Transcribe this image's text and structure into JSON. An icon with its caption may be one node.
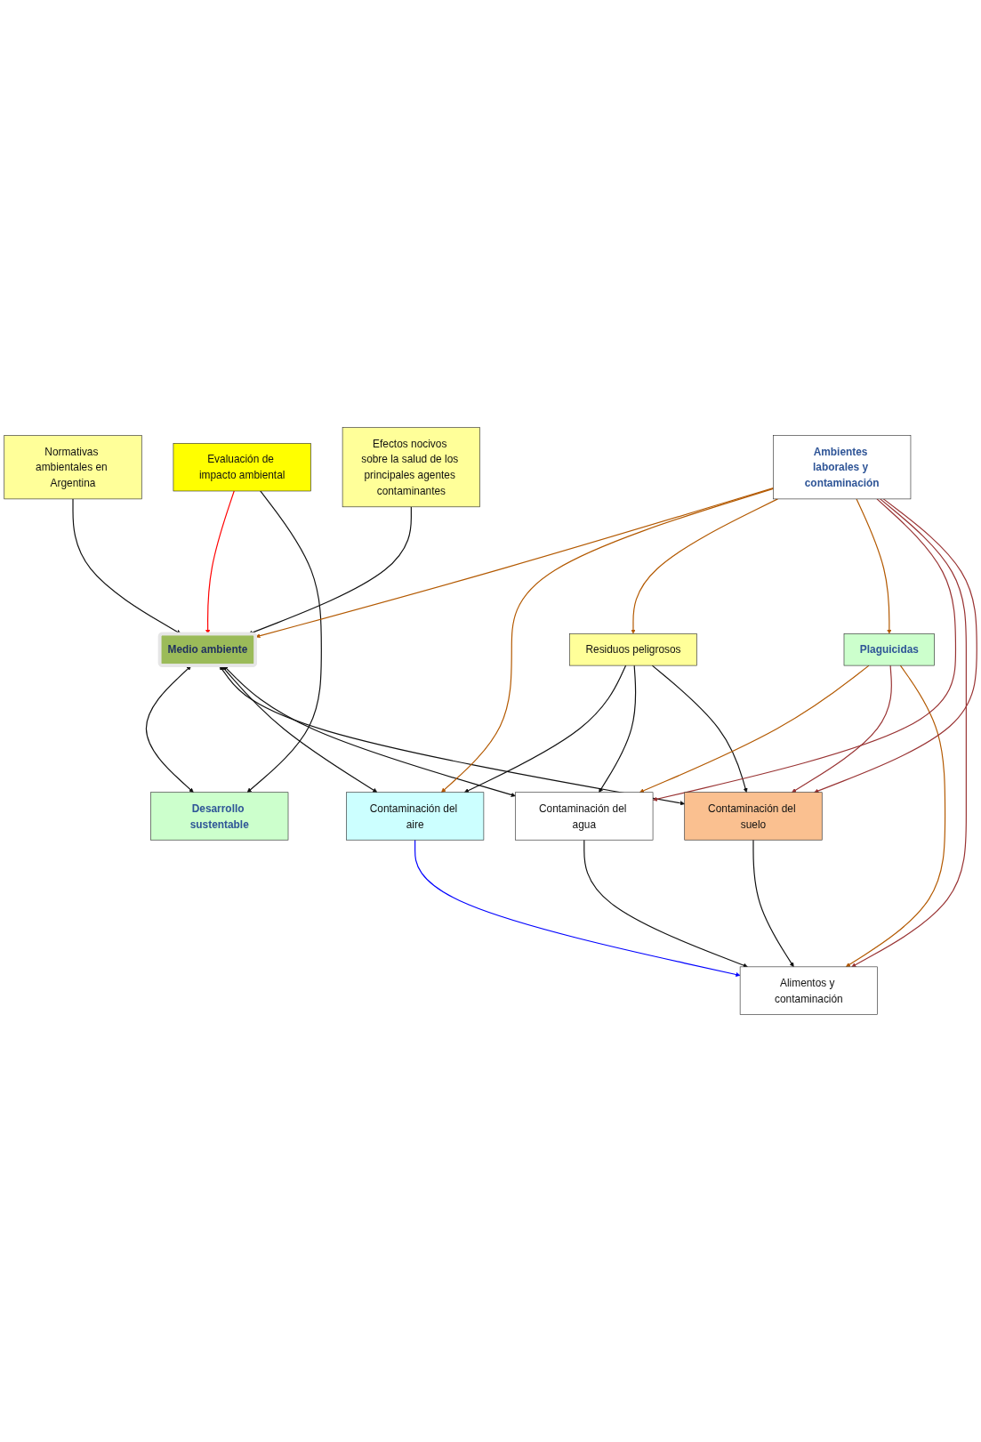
{
  "diagram": {
    "nodes": [
      {
        "text": [
          "Normativas ambientales en Argentina"
        ]
      },
      {
        "text": [
          "Efectos nocivos sobre la salud de los principales agentes contaminantes"
        ]
      },
      {
        "text": [
          "Evaluación de impacto ambiental"
        ]
      },
      {
        "text": [
          "Medio ambiente"
        ]
      },
      {
        "text": [
          "Desarrollo sustentable"
        ]
      },
      {
        "text": [
          "Contaminación del aire"
        ]
      },
      {
        "text": [
          "Contaminación del agua"
        ]
      },
      {
        "text": [
          "Contaminación del suelo"
        ]
      },
      {
        "text": [
          "Residuos peligrosos"
        ]
      },
      {
        "text": [
          "Plaguicidas"
        ]
      },
      {
        "text": [
          "Alimentos y contaminación"
        ]
      },
      {
        "text": [
          "Ambientes laborales y contaminación"
        ]
      }
    ],
    "edges": [
      {
        "from": 0,
        "to": 3,
        "arrow": "to"
      },
      {
        "from": 1,
        "to": 3,
        "arrow": "to"
      },
      {
        "from": 2,
        "to": 3,
        "arrow": "to",
        "color": "#ff0000"
      },
      {
        "from": 2,
        "to": 4,
        "arrow": "to"
      },
      {
        "from": 3,
        "to": 4,
        "arrow": "both"
      },
      {
        "from": 3,
        "to": 7,
        "arrow": "both"
      },
      {
        "from": 3,
        "to": 5,
        "arrow": "both"
      },
      {
        "from": 3,
        "to": 6,
        "arrow": "both"
      },
      {
        "from": 8,
        "to": 5,
        "arrow": "to"
      },
      {
        "from": 8,
        "to": 6,
        "arrow": "to"
      },
      {
        "from": 8,
        "to": 7,
        "arrow": "to"
      },
      {
        "from": 9,
        "to": 6,
        "arrow": "to",
        "color": "#b35900"
      },
      {
        "from": 9,
        "to": 7,
        "arrow": "to",
        "color": "#993333"
      },
      {
        "from": 9,
        "to": 10,
        "arrow": "to",
        "color": "#b35900"
      },
      {
        "from": 6,
        "to": 10,
        "arrow": "to"
      },
      {
        "from": 7,
        "to": 10,
        "arrow": "to"
      },
      {
        "from": 11,
        "to": 3,
        "arrow": "to",
        "color": "#b35900"
      },
      {
        "from": 11,
        "to": 5,
        "arrow": "to",
        "color": "#b35900"
      },
      {
        "from": 11,
        "to": 8,
        "arrow": "to",
        "color": "#b35900"
      },
      {
        "from": 11,
        "to": 9,
        "arrow": "to",
        "color": "#b35900"
      },
      {
        "from": 11,
        "to": 6,
        "arrow": "to",
        "color": "#993333"
      },
      {
        "from": 11,
        "to": 10,
        "arrow": "to",
        "color": "#993333"
      },
      {
        "from": 11,
        "to": 7,
        "arrow": "to",
        "color": "#993333"
      },
      {
        "from": 5,
        "to": 10,
        "arrow": "to",
        "color": "#0000ff"
      }
    ]
  }
}
